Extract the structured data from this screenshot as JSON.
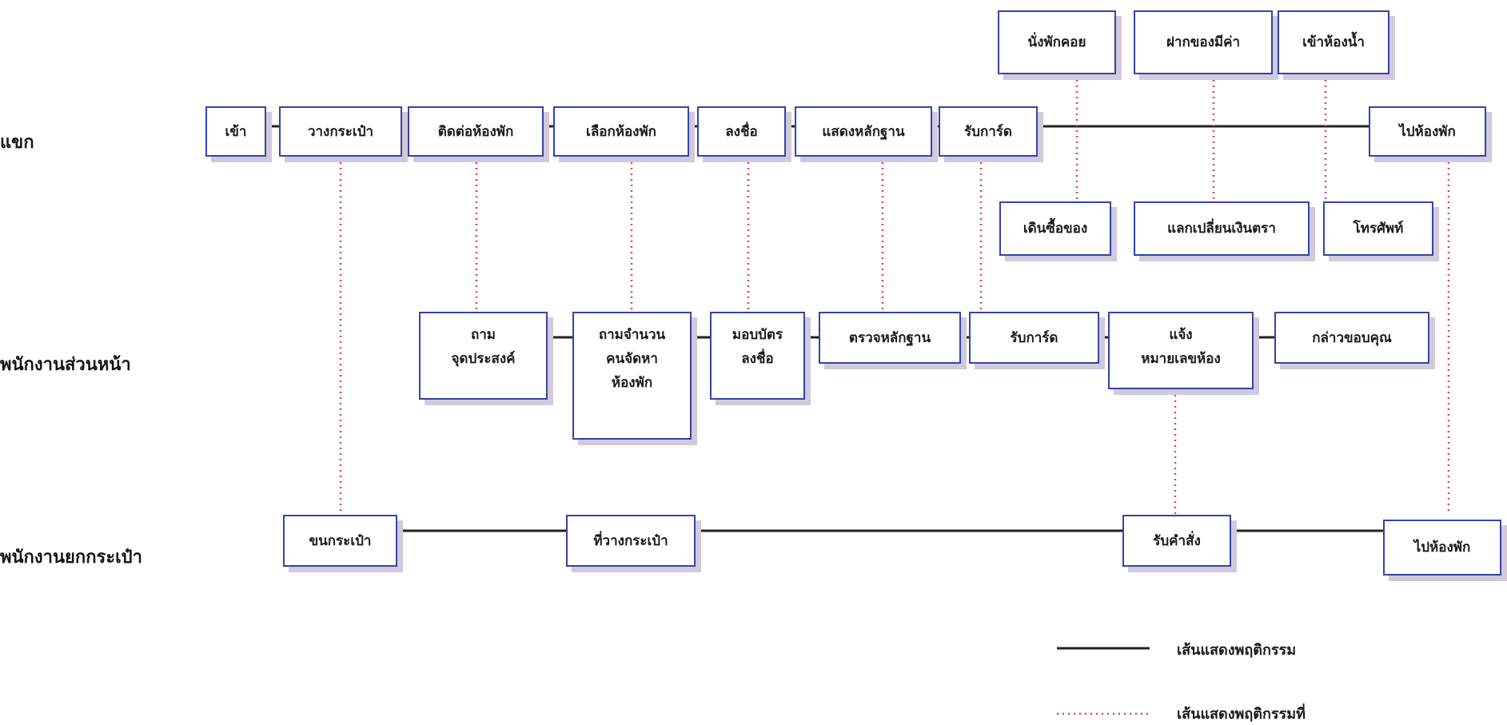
{
  "lanes": {
    "guest": "แขก",
    "front": "พนักงานส่วนหน้า",
    "bell": "พนักงานยกกระเป๋า"
  },
  "guest_steps": {
    "enter": "เข้า",
    "place_bag": "วางกระเป๋า",
    "contact_room": "ติดต่อห้องพัก",
    "choose_room": "เลือกห้องพัก",
    "sign": "ลงชื่อ",
    "show_id": "แสดงหลักฐาน",
    "receive_card": "รับการ์ด",
    "to_room": "ไปห้องพัก"
  },
  "guest_optional_top": {
    "wait": "นั่งพักคอย",
    "deposit": "ฝากของมีค่า",
    "restroom": "เข้าห้องน้ำ"
  },
  "guest_optional_bottom": {
    "shop": "เดินซื้อของ",
    "exchange": "แลกเปลี่ยนเงินตรา",
    "phone": "โทรศัพท์"
  },
  "front_steps": {
    "ask_purpose": [
      "ถาม",
      "จุดประสงค์"
    ],
    "ask_count": [
      "ถามจำนวน",
      "คนจัดหา",
      "ห้องพัก"
    ],
    "give_card_form": [
      "มอบบัตร",
      "ลงชื่อ"
    ],
    "check_id": "ตรวจหลักฐาน",
    "give_card": "รับการ์ด",
    "room_number": [
      "แจ้ง",
      "หมายเลขห้อง"
    ],
    "thank": "กล่าวขอบคุณ"
  },
  "bell_steps": {
    "carry_bag": "ขนกระเป๋า",
    "bag_area": "ที่วางกระเป๋า",
    "receive_order": "รับคำสั่ง",
    "to_room": "ไปห้องพัก"
  },
  "legend": {
    "solid": "เส้นแสดงพฤติกรรม",
    "dotted": "เส้นแสดงพฤติกรรมที่"
  },
  "colors": {
    "box_border": "#3344a8",
    "box_shadow": "#d3c9d9",
    "behavior_line": "#222222",
    "link_dotted": "#d04a5a"
  }
}
